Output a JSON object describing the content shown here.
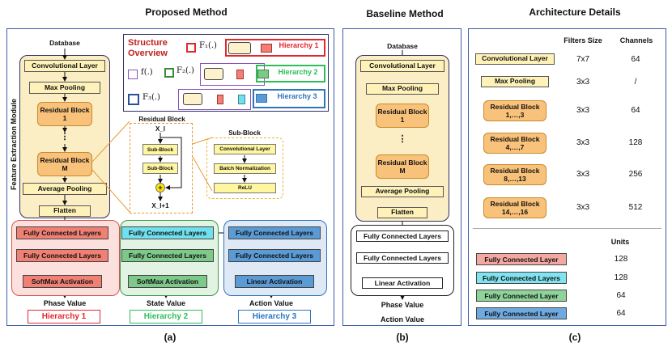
{
  "headers": {
    "a": "Proposed Method",
    "b": "Baseline Method",
    "c": "Architecture Details"
  },
  "captions": {
    "a": "(a)",
    "b": "(b)",
    "c": "(c)"
  },
  "a": {
    "database": "Database",
    "fem_label": "Feature Extraction Module",
    "conv": "Convolutional Layer",
    "maxpool": "Max Pooling",
    "res1": "Residual Block 1",
    "dots": "⋮",
    "resM": "Residual Block M",
    "avgpool": "Average Pooling",
    "flatten": "Flatten",
    "resblock_title": "Residual Block",
    "xl": "X_l",
    "xl1": "X_l+1",
    "subblock": "Sub-Block",
    "plus": "+",
    "subblock_title": "Sub-Block",
    "sb_conv": "Convolutional Layer",
    "sb_bn": "Batch Normalization",
    "sb_relu": "ReLU",
    "structure_title": "Structure\nOverview",
    "f1": "F₁(.)",
    "f2": "F₂(.)",
    "f3": "F₃(.)",
    "f": "f(.)",
    "h1": "Hierarchy 1",
    "h2": "Hierarchy 2",
    "h3": "Hierarchy 3",
    "fcl": "Fully Connected Layers",
    "softmax": "SoftMax Activation",
    "linear": "Linear Activation",
    "phase": "Phase Value",
    "state": "State Value",
    "action": "Action Value"
  },
  "b": {
    "database": "Database",
    "conv": "Convolutional Layer",
    "maxpool": "Max Pooling",
    "res1": "Residual Block 1",
    "dots": "⋮",
    "resM": "Residual Block M",
    "avgpool": "Average Pooling",
    "flatten": "Flatten",
    "fcl": "Fully Connected Layers",
    "linear": "Linear Activation",
    "phase": "Phase Value",
    "action": "Action Value"
  },
  "c": {
    "col_filters": "Filters Size",
    "col_channels": "Channels",
    "col_units": "Units",
    "rows": [
      {
        "name": "Convolutional Layer",
        "filters": "7x7",
        "channels": "64"
      },
      {
        "name": "Max Pooling",
        "filters": "3x3",
        "channels": "/"
      },
      {
        "name": "Residual Block 1,…,3",
        "filters": "3x3",
        "channels": "64"
      },
      {
        "name": "Residual Block 4,…,7",
        "filters": "3x3",
        "channels": "128"
      },
      {
        "name": "Residual Block 8,…,13",
        "filters": "3x3",
        "channels": "256"
      },
      {
        "name": "Residual Block 14,…,16",
        "filters": "3x3",
        "channels": "512"
      }
    ],
    "fc_rows": [
      {
        "name": "Fully Connected Layer",
        "units": "128",
        "color": "#f4a9a0"
      },
      {
        "name": "Fully Connected Layers",
        "units": "128",
        "color": "#7fe3f0"
      },
      {
        "name": "Fully Connected Layer",
        "units": "64",
        "color": "#8ed49a"
      },
      {
        "name": "Fully Connected Layer",
        "units": "64",
        "color": "#6ea9e0"
      }
    ]
  },
  "colors": {
    "panel_border": "#3b5ea8",
    "yellow_fill": "#fff2b8",
    "orange": "#f9c27a",
    "h1": "#e0282f",
    "h2": "#2dbe5a",
    "h3": "#2e74c0",
    "fc_red": "#f08074",
    "fc_green": "#7cc98a",
    "fc_blue": "#5b9bd5",
    "fc_cyan": "#6fe0ee"
  }
}
